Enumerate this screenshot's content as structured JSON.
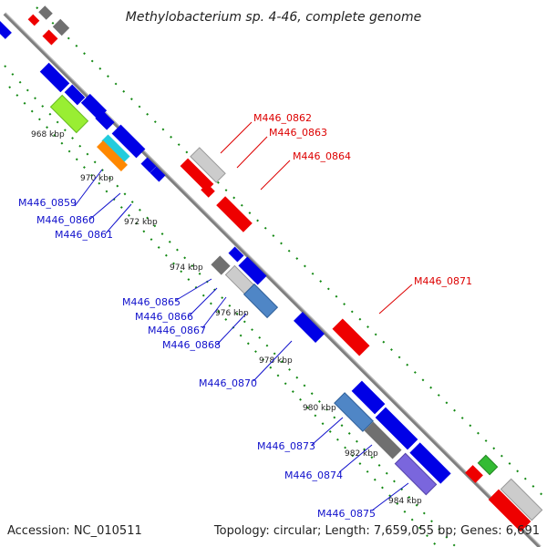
{
  "title": "Methylobacterium sp. 4-46, complete genome",
  "footer": {
    "accession": "Accession: NC_010511",
    "topology": "Topology: circular; Length: 7,659,055 bp; Genes: 6,691"
  },
  "kbp_labels": [
    "968 kbp",
    "970 kbp",
    "972 kbp",
    "974 kbp",
    "976 kbp",
    "978 kbp",
    "980 kbp",
    "982 kbp",
    "984 kbp"
  ],
  "gene_labels_blue": [
    "M446_0859",
    "M446_0860",
    "M446_0861",
    "M446_0865",
    "M446_0866",
    "M446_0867",
    "M446_0868",
    "M446_0870",
    "M446_0873",
    "M446_0874",
    "M446_0875"
  ],
  "gene_labels_red": [
    "M446_0862",
    "M446_0863",
    "M446_0864",
    "M446_0871"
  ],
  "colors": {
    "forward_strand": "#0000e6",
    "reverse_strand": "#ee0000",
    "backbone": "#888888",
    "tick": "#118811"
  }
}
